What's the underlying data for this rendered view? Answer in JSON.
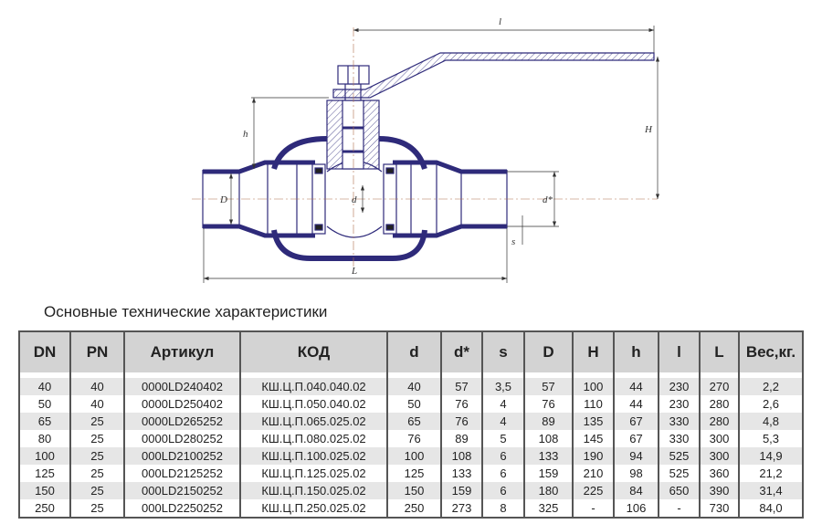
{
  "drawing": {
    "labels": {
      "l_small": "l",
      "H": "H",
      "h": "h",
      "D": "D",
      "d": "d",
      "d_star": "d*",
      "s": "s",
      "L": "L"
    },
    "line_color": "#2e2a7a"
  },
  "title": "Основные технические характеристики",
  "table": {
    "headers": [
      "DN",
      "PN",
      "Артикул",
      "КОД",
      "d",
      "d*",
      "s",
      "D",
      "H",
      "h",
      "l",
      "L",
      "Вес,кг."
    ],
    "rows": [
      [
        "40",
        "40",
        "0000LD240402",
        "КШ.Ц.П.040.040.02",
        "40",
        "57",
        "3,5",
        "57",
        "100",
        "44",
        "230",
        "270",
        "2,2"
      ],
      [
        "50",
        "40",
        "0000LD250402",
        "КШ.Ц.П.050.040.02",
        "50",
        "76",
        "4",
        "76",
        "110",
        "44",
        "230",
        "280",
        "2,6"
      ],
      [
        "65",
        "25",
        "0000LD265252",
        "КШ.Ц.П.065.025.02",
        "65",
        "76",
        "4",
        "89",
        "135",
        "67",
        "330",
        "280",
        "4,8"
      ],
      [
        "80",
        "25",
        "0000LD280252",
        "КШ.Ц.П.080.025.02",
        "76",
        "89",
        "5",
        "108",
        "145",
        "67",
        "330",
        "300",
        "5,3"
      ],
      [
        "100",
        "25",
        "000LD2100252",
        "КШ.Ц.П.100.025.02",
        "100",
        "108",
        "6",
        "133",
        "190",
        "94",
        "525",
        "300",
        "14,9"
      ],
      [
        "125",
        "25",
        "000LD2125252",
        "КШ.Ц.П.125.025.02",
        "125",
        "133",
        "6",
        "159",
        "210",
        "98",
        "525",
        "360",
        "21,2"
      ],
      [
        "150",
        "25",
        "000LD2150252",
        "КШ.Ц.П.150.025.02",
        "150",
        "159",
        "6",
        "180",
        "225",
        "84",
        "650",
        "390",
        "31,4"
      ],
      [
        "250",
        "25",
        "000LD2250252",
        "КШ.Ц.П.250.025.02",
        "250",
        "273",
        "8",
        "325",
        "-",
        "106",
        "-",
        "730",
        "84,0"
      ]
    ]
  }
}
